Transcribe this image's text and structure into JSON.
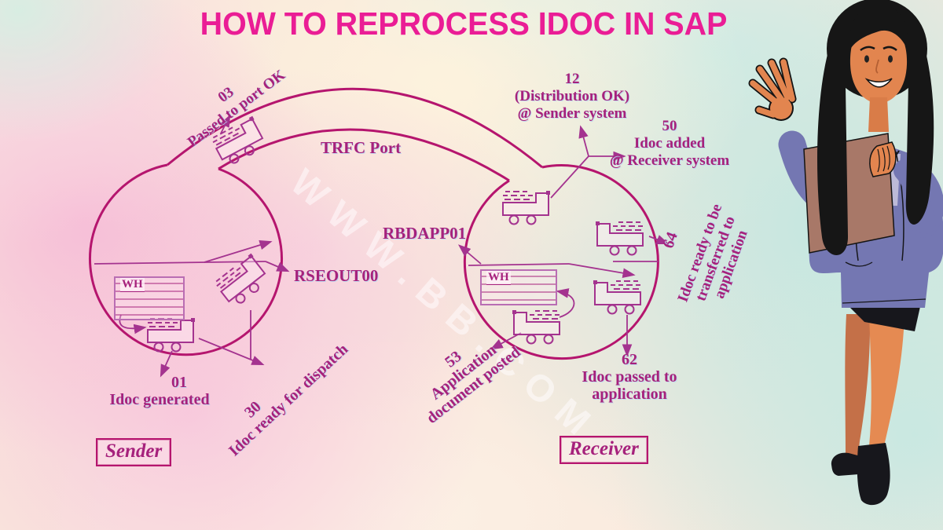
{
  "title": "HOW TO REPROCESS IDOC IN SAP",
  "watermark": "WWW.BB.COM",
  "colors": {
    "title_pink": "#ea1d95",
    "diagram_stroke": "#b5156e",
    "label_magenta": "#a6217c",
    "thin_line": "#a4338f",
    "suit_purple": "#7477b2",
    "skin_tan": "#e2854f",
    "folder_brown": "#a87868"
  },
  "sender": {
    "system_label": "Sender",
    "warehouse_label": "WH",
    "program": "RSEOUT00",
    "statuses": {
      "s01": {
        "code": "01",
        "text": "Idoc generated"
      },
      "s30": {
        "code": "30",
        "text": "Idoc ready for dispatch"
      },
      "s03": {
        "code": "03",
        "text": "Passed to port OK"
      }
    }
  },
  "channel": {
    "port_label": "TRFC Port"
  },
  "receiver": {
    "system_label": "Receiver",
    "warehouse_label": "WH",
    "program": "RBDAPP01",
    "statuses": {
      "s12": {
        "code": "12",
        "line1": "(Distribution OK)",
        "line2": "@ Sender system"
      },
      "s50": {
        "code": "50",
        "line1": "Idoc added",
        "line2": "@ Receiver system"
      },
      "s64": {
        "code": "64",
        "line1": "Idoc ready to be",
        "line2": "transferred to",
        "line3": "application"
      },
      "s53": {
        "code": "53",
        "line1": "Application",
        "line2": "document posted"
      },
      "s62": {
        "code": "62",
        "line1": "Idoc passed to",
        "line2": "application"
      }
    }
  }
}
